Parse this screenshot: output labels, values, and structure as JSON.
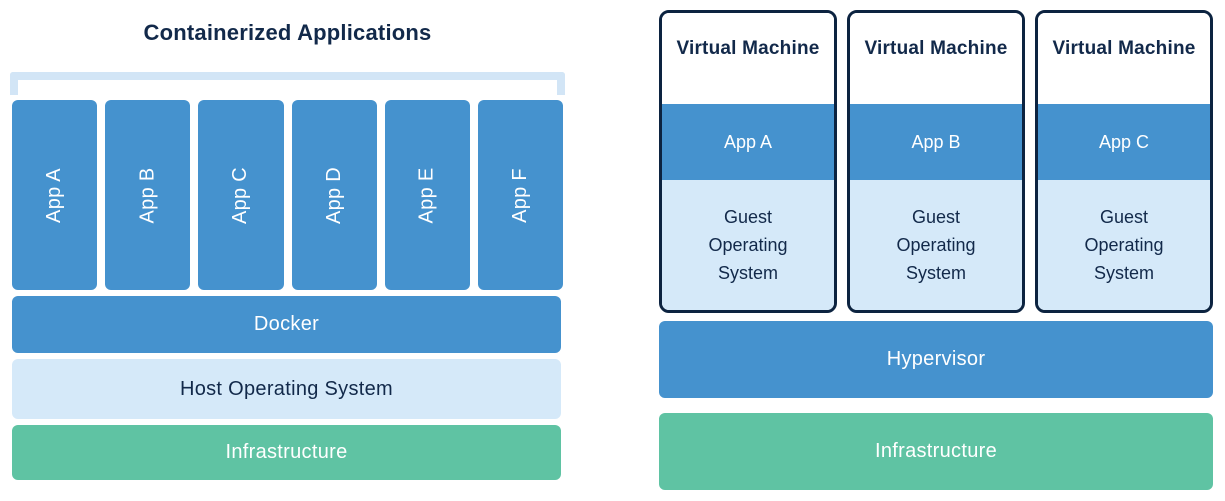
{
  "palette": {
    "blue": "#4592ce",
    "light_blue": "#d5e9f9",
    "bracket_blue": "#d2e5f6",
    "green": "#5fc3a3",
    "navy_text": "#12294a",
    "navy_border": "#0c2340",
    "white": "#ffffff"
  },
  "left_panel": {
    "title": "Containerized Applications",
    "apps": [
      "App A",
      "App B",
      "App C",
      "App D",
      "App E",
      "App F"
    ],
    "layers": {
      "docker": "Docker",
      "host_os": "Host Operating System",
      "infrastructure": "Infrastructure"
    }
  },
  "right_panel": {
    "vms": [
      {
        "title": "Virtual Machine",
        "app": "App A",
        "os_lines": [
          "Guest",
          "Operating",
          "System"
        ]
      },
      {
        "title": "Virtual Machine",
        "app": "App B",
        "os_lines": [
          "Guest",
          "Operating",
          "System"
        ]
      },
      {
        "title": "Virtual Machine",
        "app": "App C",
        "os_lines": [
          "Guest",
          "Operating",
          "System"
        ]
      }
    ],
    "layers": {
      "hypervisor": "Hypervisor",
      "infrastructure": "Infrastructure"
    }
  }
}
